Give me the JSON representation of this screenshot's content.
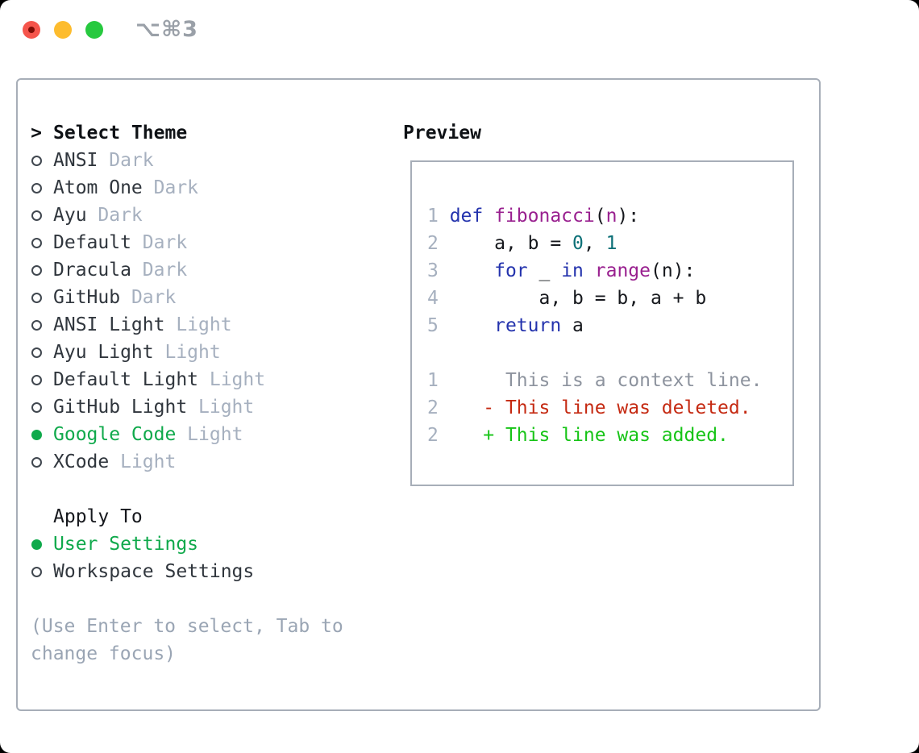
{
  "titlebar": {
    "title": "⌥⌘3"
  },
  "colors": {
    "accent_green": "#0fa94b",
    "panel_border": "#a7aeb8",
    "header_text": "#0f1216",
    "item_text": "#30363d",
    "muted_text": "#a6b0bf",
    "help_text": "#9aa5b4",
    "traffic_red": "#f5554c",
    "traffic_yellow": "#fdbc2e",
    "traffic_green": "#27c93f",
    "code": {
      "num": "#a6b0bf",
      "kw": "#2433ad",
      "fn": "#99208f",
      "lit": "#0c7077",
      "pl": "#16181d",
      "ctx": "#8d939e",
      "del": "#c52a12",
      "add": "#17c417"
    }
  },
  "theme_picker": {
    "prompt": ">",
    "header": "Select Theme",
    "themes": [
      {
        "name": "ANSI",
        "variant": "Dark",
        "selected": false
      },
      {
        "name": "Atom One",
        "variant": "Dark",
        "selected": false
      },
      {
        "name": "Ayu",
        "variant": "Dark",
        "selected": false
      },
      {
        "name": "Default",
        "variant": "Dark",
        "selected": false
      },
      {
        "name": "Dracula",
        "variant": "Dark",
        "selected": false
      },
      {
        "name": "GitHub",
        "variant": "Dark",
        "selected": false
      },
      {
        "name": "ANSI Light",
        "variant": "Light",
        "selected": false
      },
      {
        "name": "Ayu Light",
        "variant": "Light",
        "selected": false
      },
      {
        "name": "Default Light",
        "variant": "Light",
        "selected": false
      },
      {
        "name": "GitHub Light",
        "variant": "Light",
        "selected": false
      },
      {
        "name": "Google Code",
        "variant": "Light",
        "selected": true
      },
      {
        "name": "XCode",
        "variant": "Light",
        "selected": false
      }
    ]
  },
  "apply_to": {
    "header": "Apply To",
    "options": [
      {
        "label": "User Settings",
        "selected": true
      },
      {
        "label": "Workspace Settings",
        "selected": false
      }
    ]
  },
  "help": {
    "lines": [
      "(Use Enter to select, Tab to",
      "change focus)"
    ]
  },
  "preview": {
    "header": "Preview",
    "code_lines": [
      [
        [
          "num",
          "1 "
        ],
        [
          "kw",
          "def "
        ],
        [
          "fn",
          "fibonacci"
        ],
        [
          "pl",
          "("
        ],
        [
          "fn",
          "n"
        ],
        [
          "pl",
          "):"
        ]
      ],
      [
        [
          "num",
          "2 "
        ],
        [
          "pl",
          "    a, b = "
        ],
        [
          "lit",
          "0"
        ],
        [
          "pl",
          ", "
        ],
        [
          "lit",
          "1"
        ]
      ],
      [
        [
          "num",
          "3 "
        ],
        [
          "pl",
          "    "
        ],
        [
          "kw",
          "for"
        ],
        [
          "pl",
          " _ "
        ],
        [
          "kw",
          "in"
        ],
        [
          "pl",
          " "
        ],
        [
          "fn",
          "range"
        ],
        [
          "pl",
          "(n):"
        ]
      ],
      [
        [
          "num",
          "4 "
        ],
        [
          "pl",
          "        a, b = b, a + b"
        ]
      ],
      [
        [
          "num",
          "5 "
        ],
        [
          "pl",
          "    "
        ],
        [
          "kw",
          "return"
        ],
        [
          "pl",
          " a"
        ]
      ],
      [],
      [
        [
          "num",
          "1"
        ],
        [
          "ctx",
          "      This is a context line."
        ]
      ],
      [
        [
          "num",
          "2"
        ],
        [
          "del",
          "    - This line was deleted."
        ]
      ],
      [
        [
          "num",
          "2"
        ],
        [
          "add",
          "    + This line was added."
        ]
      ]
    ]
  }
}
